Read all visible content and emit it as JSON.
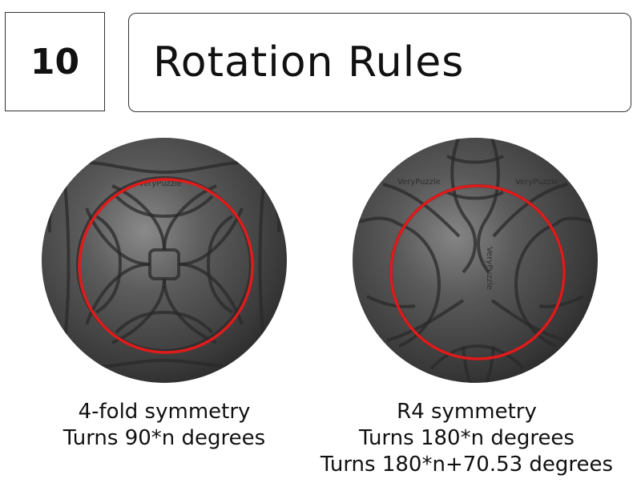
{
  "header": {
    "number": "10",
    "title": "Rotation Rules"
  },
  "left_panel": {
    "logo_text": "VeryPuzzle",
    "lines": [
      "4-fold symmetry",
      "Turns 90*n degrees"
    ]
  },
  "right_panel": {
    "logo_texts": [
      "VeryPuzzle",
      "VeryPuzzle",
      "VeryPuzzle"
    ],
    "lines": [
      "R4 symmetry",
      "Turns 180*n degrees",
      "Turns 180*n+70.53 degrees"
    ]
  },
  "colors": {
    "sphere_body": "#4a4a4a",
    "highlight_circle": "#e01b1b",
    "groove": "#2a2a2a"
  }
}
